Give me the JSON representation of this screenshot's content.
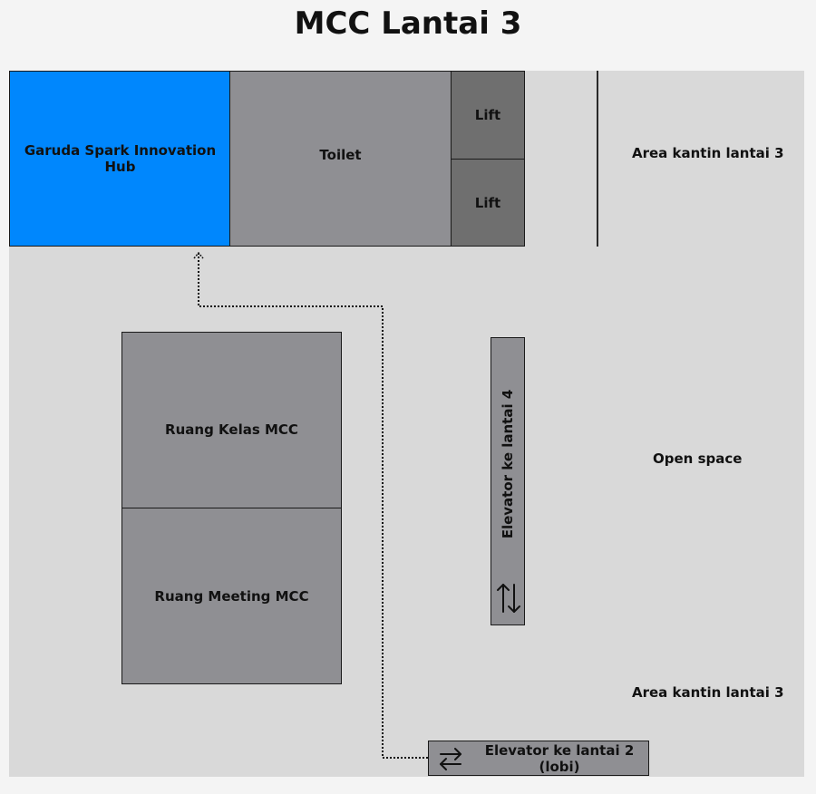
{
  "map": {
    "title": "MCC Lantai 3",
    "rooms": {
      "garuda": "Garuda Spark Innovation Hub",
      "toilet": "Toilet",
      "lift_1": "Lift",
      "lift_2": "Lift",
      "kelas": "Ruang Kelas MCC",
      "meeting": "Ruang Meeting MCC",
      "elevator_4": "Elevator ke lantai 4",
      "elevator_2": "Elevator ke lantai 2 (lobi)"
    },
    "areas": {
      "kantin_top": "Area kantin lantai 3",
      "open_space": "Open space",
      "kantin_bottom": "Area kantin lantai 3"
    },
    "icons": {
      "elevator_4": "up-down-arrows-icon",
      "elevator_2": "left-right-arrows-icon"
    },
    "colors": {
      "highlight_room": "#0087fd",
      "room": "#8f8f93",
      "lift": "#6f6f6f",
      "floor": "#d9d9d9"
    }
  }
}
